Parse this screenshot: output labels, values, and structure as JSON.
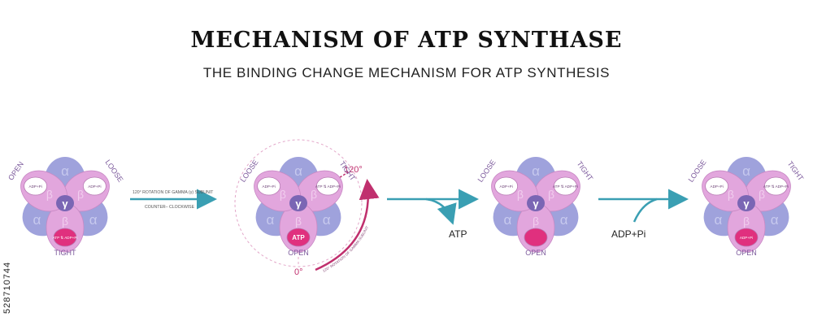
{
  "header": {
    "title": "MECHANISM OF ATP SYNTHASE",
    "subtitle": "THE BINDING CHANGE MECHANISM FOR ATP SYNTHESIS"
  },
  "stock_id": "528710744",
  "glyphs": {
    "alpha": "α",
    "beta": "β",
    "gamma": "γ"
  },
  "colors": {
    "alpha_subunit": "#9fa2dc",
    "beta_subunit": "#e2a6dd",
    "pocket": "#ffffff",
    "atp_site": "#e0307e",
    "gamma_core": "#7a66b4",
    "arrow": "#3a9fb3",
    "rotation": "#c0306e"
  },
  "complexes": [
    {
      "labels": {
        "top_left": "OPEN",
        "top_right": "LOOSE",
        "bottom": "TIGHT"
      },
      "sites": {
        "top_left": "ADP+Pi",
        "top_right": "ADP+Pi",
        "bottom": "ATP ⇅ ADP+Pi"
      }
    },
    {
      "labels": {
        "top_left": "LOOSE",
        "top_right": "TIGHT",
        "bottom": "OPEN"
      },
      "sites": {
        "top_left": "ADP+Pi",
        "top_right": "ATP ⇅ ADP+Pi",
        "bottom": "ATP"
      }
    },
    {
      "labels": {
        "top_left": "LOOSE",
        "top_right": "TIGHT",
        "bottom": "OPEN"
      },
      "sites": {
        "top_left": "ADP+Pi",
        "top_right": "ATP ⇅ ADP+Pi",
        "bottom": ""
      }
    },
    {
      "labels": {
        "top_left": "LOOSE",
        "top_right": "TIGHT",
        "bottom": "OPEN"
      },
      "sites": {
        "top_left": "ADP+Pi",
        "top_right": "ATP ⇅ ADP+Pi",
        "bottom": "ADP+Pi"
      }
    }
  ],
  "arrows": [
    {
      "line1": "120° ROTATION OF GAMMA (γ) SUBUNIT",
      "line2": "COUNTER– CLOCKWISE"
    },
    {
      "label": "ATP"
    },
    {
      "label": "ADP+Pi"
    }
  ],
  "rotation": {
    "start": "0°",
    "end": "120°",
    "caption": "120° ROTATION OF GAMMA SUBUNIT"
  }
}
